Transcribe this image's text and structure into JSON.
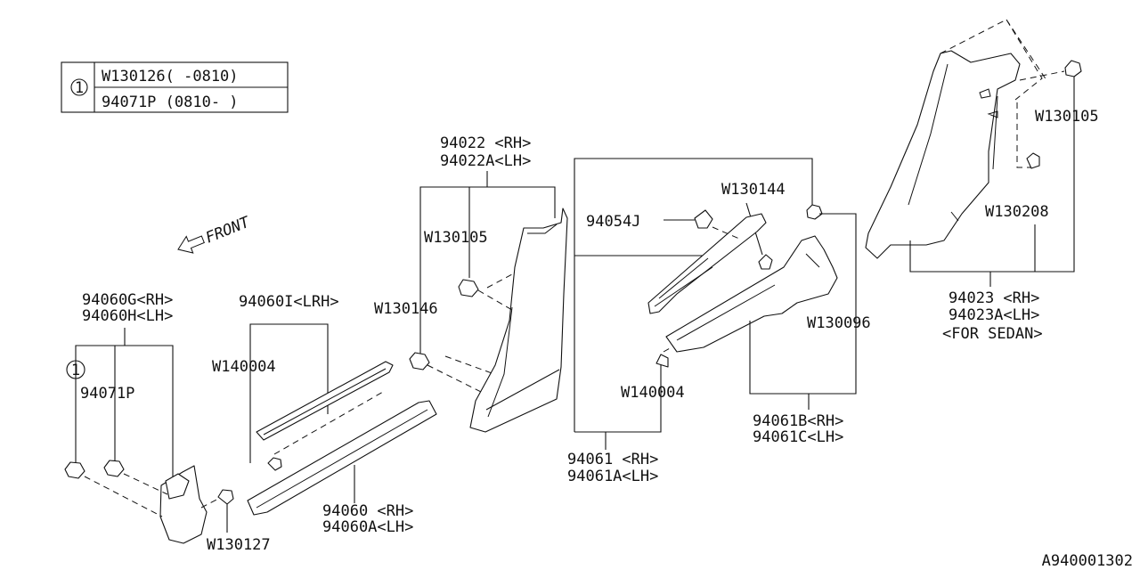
{
  "legend": {
    "ref_symbol": "1",
    "rows": [
      "W130126(  -0810)",
      "94071P (0810-  )"
    ]
  },
  "front_label": "FRONT",
  "callouts": {
    "p94022": "94022 <RH>",
    "p94022a": "94022A<LH>",
    "w130105_a": "W130105",
    "w130146": "W130146",
    "p94060i": "94060I<LRH>",
    "w140004_a": "W140004",
    "p94060g": "94060G<RH>",
    "p94060h": "94060H<LH>",
    "ref_circle": "1",
    "p94071p": "94071P",
    "w130127": "W130127",
    "p94060": "94060 <RH>",
    "p94060a": "94060A<LH>",
    "p94054j": "94054J",
    "w130144": "W130144",
    "w140004_b": "W140004",
    "p94061": "94061 <RH>",
    "p94061a": "94061A<LH>",
    "w130096": "W130096",
    "p94061b": "94061B<RH>",
    "p94061c": "94061C<LH>",
    "w130105_b": "W130105",
    "w130208": "W130208",
    "p94023": "94023 <RH>",
    "p94023a": "94023A<LH>",
    "for_sedan": "<FOR SEDAN>"
  },
  "diagram_id": "A940001302"
}
